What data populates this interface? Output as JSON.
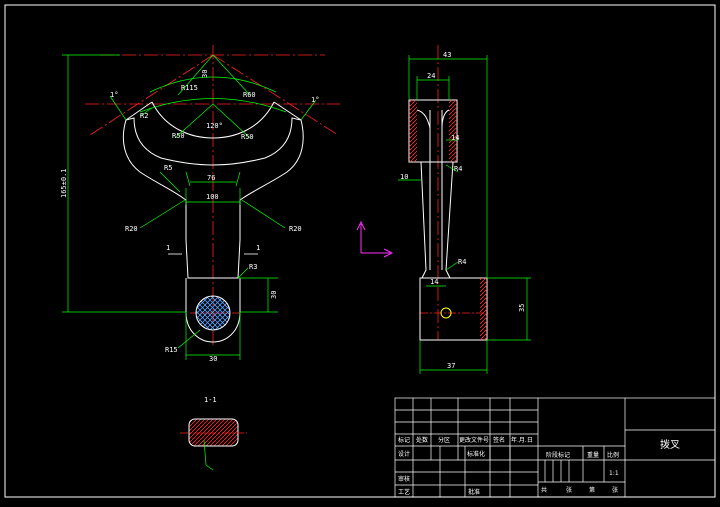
{
  "drawing": {
    "part_name": "拨叉",
    "scale": "1:1",
    "section_label": "1-1",
    "section_marks": [
      "1",
      "1"
    ]
  },
  "front_view": {
    "dims": {
      "overall_height": "165±0.1",
      "r115": "R115",
      "r60": "R60",
      "r2": "R2",
      "r50": "R50",
      "r50b": "R50",
      "angle": "120°",
      "r5": "R5",
      "w76": "76",
      "w100": "100",
      "r20a": "R20",
      "r20b": "R20",
      "r3": "R3",
      "h30": "30",
      "r15": "R15",
      "w30": "30",
      "top30": "30",
      "ang1": "1°",
      "ang2": "1°"
    }
  },
  "side_view": {
    "dims": {
      "w43": "43",
      "w24": "24",
      "t14": "14",
      "t10": "10",
      "r4a": "R4",
      "r4b": "R4",
      "w14": "14",
      "h35": "35",
      "w37": "37"
    }
  },
  "title_block": {
    "row_headers": [
      "标记",
      "处数",
      "分区",
      "更改文件号",
      "签名",
      "年.月.日"
    ],
    "designer": "设计",
    "standardization": "标准化",
    "reviewer": "审核",
    "process": "工艺",
    "approve": "批准",
    "stage_mark": "阶段标记",
    "weight": "重量",
    "scale_label": "比例",
    "sheet_total": "共",
    "sheet_word": "张",
    "sheet_no": "第",
    "sheet_word2": "张"
  }
}
